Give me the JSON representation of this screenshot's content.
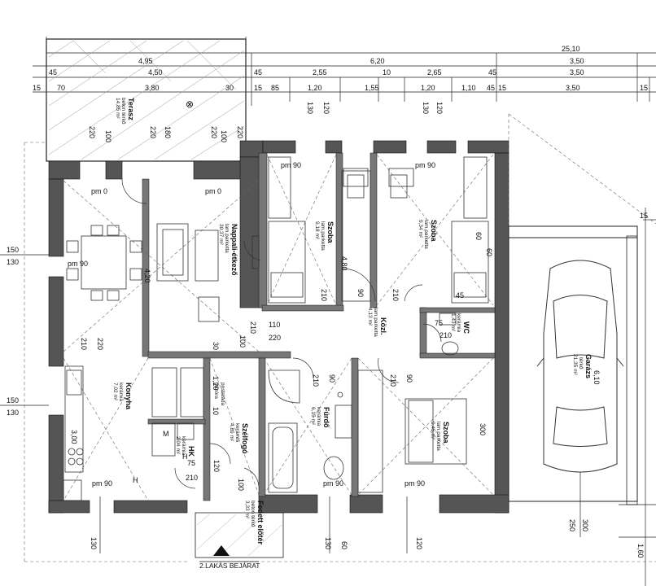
{
  "dims": {
    "total": "25,10",
    "r1": [
      "4,95",
      "6,20",
      "3,50"
    ],
    "r2": [
      "45",
      "4,50",
      "45",
      "45",
      "3,50"
    ],
    "r3": [
      "15",
      "70",
      "3,80",
      "30",
      "15",
      "85",
      "1,20",
      "2,55",
      "10",
      "2,65",
      "1,20",
      "1,55",
      "1,10",
      "45",
      "15",
      "3,50",
      "15"
    ],
    "right_top": "15",
    "left_side": [
      "150",
      "130",
      "150",
      "130"
    ],
    "v_upper": [
      "220",
      "100",
      "220",
      "180",
      "220",
      "100",
      "220",
      "130",
      "120",
      "130",
      "120"
    ],
    "v_mid": [
      "4,20",
      "4,80",
      "3,00",
      "6,10",
      "60",
      "210",
      "220",
      "210",
      "110",
      "220",
      "300",
      "100",
      "30",
      "60"
    ],
    "v_lower": [
      "120",
      "100",
      "1,20",
      "10",
      "75",
      "210",
      "210",
      "300",
      "250",
      "130",
      "60",
      "130",
      "120",
      "1,60"
    ],
    "pm": [
      "pm 0",
      "pm 0",
      "pm 90",
      "pm 90",
      "pm 90",
      "pm 90",
      "pm 90",
      "pm 90"
    ],
    "misc": [
      "210",
      "210",
      "90",
      "90",
      "45",
      "75",
      "210",
      "210",
      "90",
      "M",
      "H",
      "H"
    ]
  },
  "rooms": {
    "terasz": {
      "name": "Terasz",
      "floor": "beton térkő",
      "area": "14,85 m²"
    },
    "nappali": {
      "name": "Nappali-étkező",
      "floor": "lam.parketta",
      "area": "30,37 m²"
    },
    "szoba1": {
      "name": "Szoba",
      "floor": "lam.parketta",
      "area": "9,18 m²"
    },
    "szoba2": {
      "name": "Szoba",
      "floor": "lam.parketta",
      "area": "9,34 m²"
    },
    "kozl": {
      "name": "Közl.",
      "floor": "lam.parketta",
      "area": "4,13 m²"
    },
    "wc": {
      "name": "WC",
      "floor": "kerámia",
      "area": "1,43 m²"
    },
    "konyha": {
      "name": "Konyha",
      "floor": "kerámia",
      "area": "7,02 m²"
    },
    "szelfogo": {
      "name": "Szélfogó",
      "floor": "kerámia",
      "area": "4,89 m²"
    },
    "furdo": {
      "name": "Fürdő",
      "floor": "kerámia",
      "area": "6,15 m²"
    },
    "hk": {
      "name": "HK",
      "floor": "kerámia",
      "area": "2,04 m²"
    },
    "szoba3": {
      "name": "Szoba",
      "floor": "lam.parketta",
      "area": "9,45 m²"
    },
    "garazs": {
      "name": "Garázs",
      "floor": "térkő",
      "area": "21,35 m²"
    },
    "fedett": {
      "name": "Fedett előtér",
      "floor": "beton térkő",
      "area": "3,33 m²"
    }
  },
  "labels": {
    "entrance": "2.LAKÁS BEJÁRAT",
    "postbox": "postaláda",
    "gas": "gázóra"
  }
}
